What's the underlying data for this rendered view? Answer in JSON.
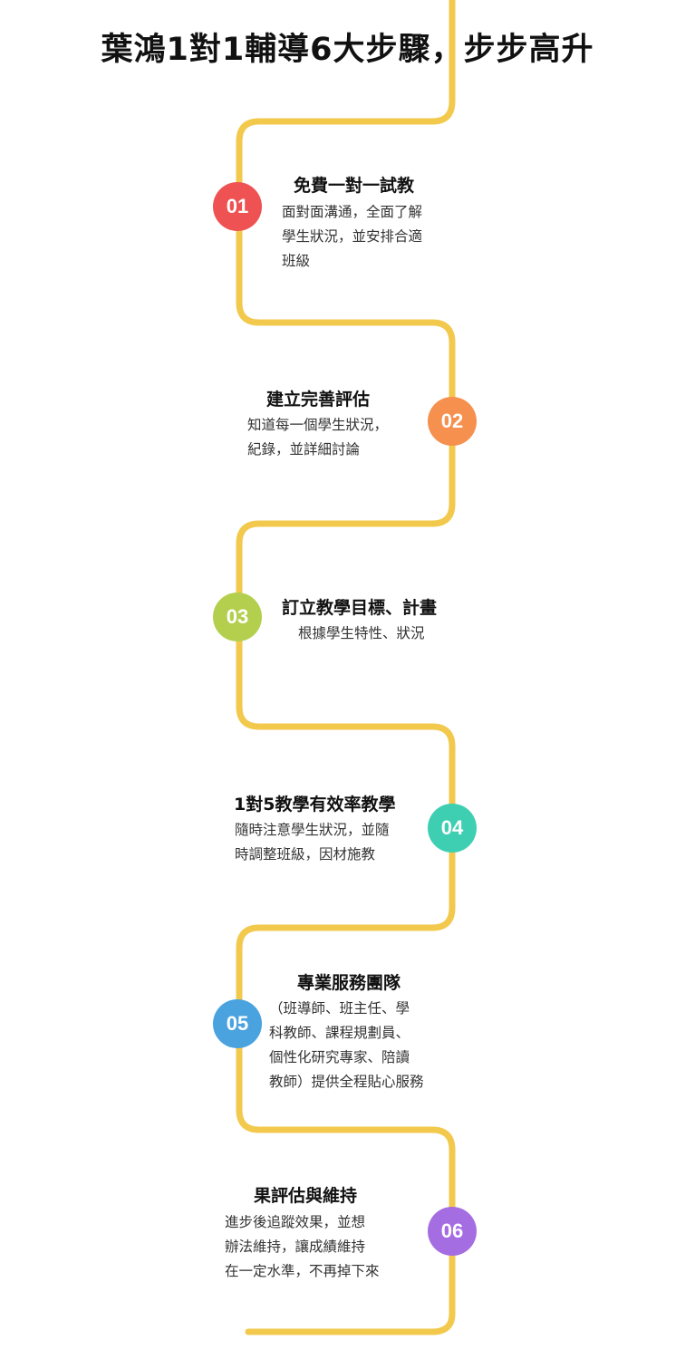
{
  "title": "葉鴻1對1輔導6大步驟，步步高升",
  "colors": {
    "line": "#f2c94c"
  },
  "steps": [
    {
      "number": "01",
      "color": "#ee5253",
      "title": "免費一對一試教",
      "desc": [
        "面對面溝通，全面了解",
        "學生狀況，並安排合適",
        "班級"
      ]
    },
    {
      "number": "02",
      "color": "#f5904f",
      "title": "建立完善評估",
      "desc": [
        "知道每一個學生狀況，",
        "紀錄，並詳細討論"
      ]
    },
    {
      "number": "03",
      "color": "#b4cf4e",
      "title": "訂立教學目標、計畫",
      "desc": [
        "根據學生特性、狀況"
      ]
    },
    {
      "number": "04",
      "color": "#3ecfb2",
      "title": "1對5教學有效率教學",
      "desc": [
        "隨時注意學生狀況，並隨",
        "時調整班級，因材施教"
      ]
    },
    {
      "number": "05",
      "color": "#4aa3df",
      "title": "專業服務團隊",
      "desc": [
        "（班導師、班主任、學",
        "科教師、課程規劃員、",
        "個性化研究專家、陪讀",
        "教師）提供全程貼心服務"
      ]
    },
    {
      "number": "06",
      "color": "#a56de2",
      "title": "果評估與維持",
      "desc": [
        "進步後追蹤效果，並想",
        "辦法維持，讓成績維持",
        "在一定水準，不再掉下來"
      ]
    }
  ]
}
